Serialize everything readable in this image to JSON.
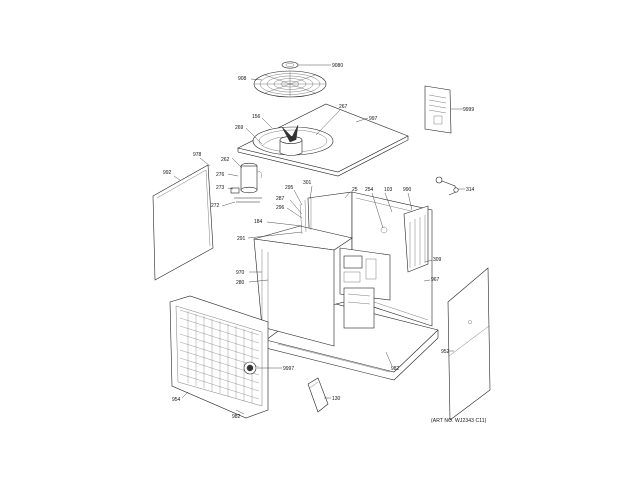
{
  "caption": "(ART NO. WJ2343 C11)",
  "callouts": {
    "c9080": "9080",
    "c908": "908",
    "c9999": "9999",
    "c156": "156",
    "c267": "267",
    "c997": "997",
    "c269": "269",
    "c262": "262",
    "c276": "276",
    "c273": "273",
    "c272": "272",
    "c978": "978",
    "c992": "992",
    "c314": "314",
    "c295": "295",
    "c301": "301",
    "c25": "25",
    "c254": "254",
    "c103": "103",
    "c990": "990",
    "c287": "287",
    "c296": "296",
    "c184": "184",
    "c291": "291",
    "c970": "970",
    "c280": "280",
    "c309": "309",
    "c967": "967",
    "c9997": "9997",
    "c982a": "982",
    "c982b": "982",
    "c952": "952",
    "c954": "954",
    "c130": "130"
  }
}
